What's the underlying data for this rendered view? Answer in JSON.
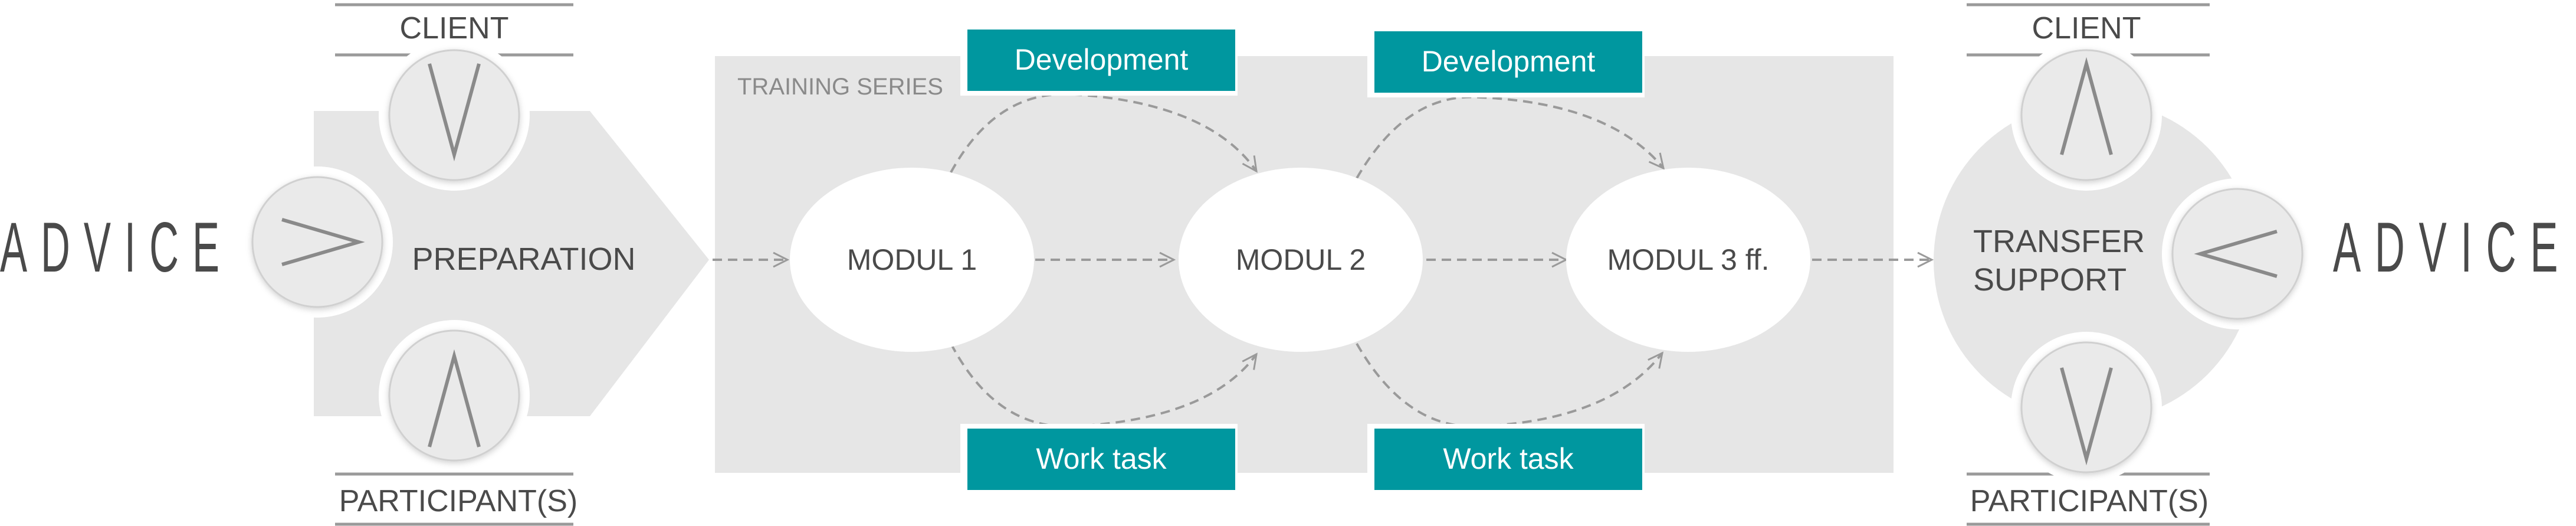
{
  "left": {
    "advice": "ADVICE",
    "client": "CLIENT",
    "participants": "PARTICIPANT(S)",
    "stage": "PREPARATION"
  },
  "series": {
    "title": "TRAINING SERIES",
    "modules": [
      "MODUL 1",
      "MODUL 2",
      "MODUL 3 ff."
    ],
    "development": "Development",
    "work_task": "Work task"
  },
  "right": {
    "advice": "ADVICE",
    "client": "CLIENT",
    "participants": "PARTICIPANT(S)",
    "stage_line1": "TRANSFER",
    "stage_line2": "SUPPORT"
  },
  "colors": {
    "teal": "#00979f",
    "panel": "#e6e6e6",
    "circle": "#e8e8e8",
    "text": "#4a4a4a",
    "line": "#9a9a9a"
  }
}
